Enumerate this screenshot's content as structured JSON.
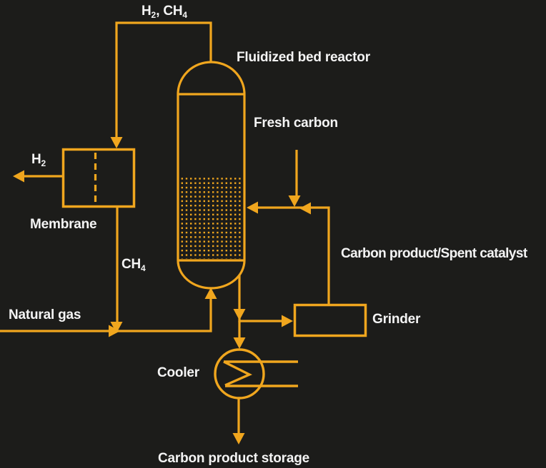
{
  "colors": {
    "background": "#1c1c1a",
    "line": "#f0a61e",
    "text": "#f4f4f4"
  },
  "diagram": {
    "type": "process-flow-diagram",
    "labels": {
      "top_stream": {
        "t1": "H",
        "s1": "2",
        "t2": ", CH",
        "s2": "4"
      },
      "reactor": "Fluidized bed reactor",
      "h2_out": {
        "t1": "H",
        "s1": "2"
      },
      "membrane": "Membrane",
      "ch4": {
        "t1": "CH",
        "s1": "4"
      },
      "natural_gas": "Natural gas",
      "fresh_carbon": "Fresh carbon",
      "recycle": "Carbon product/Spent catalyst",
      "grinder": "Grinder",
      "cooler": "Cooler",
      "storage": "Carbon product storage"
    }
  }
}
